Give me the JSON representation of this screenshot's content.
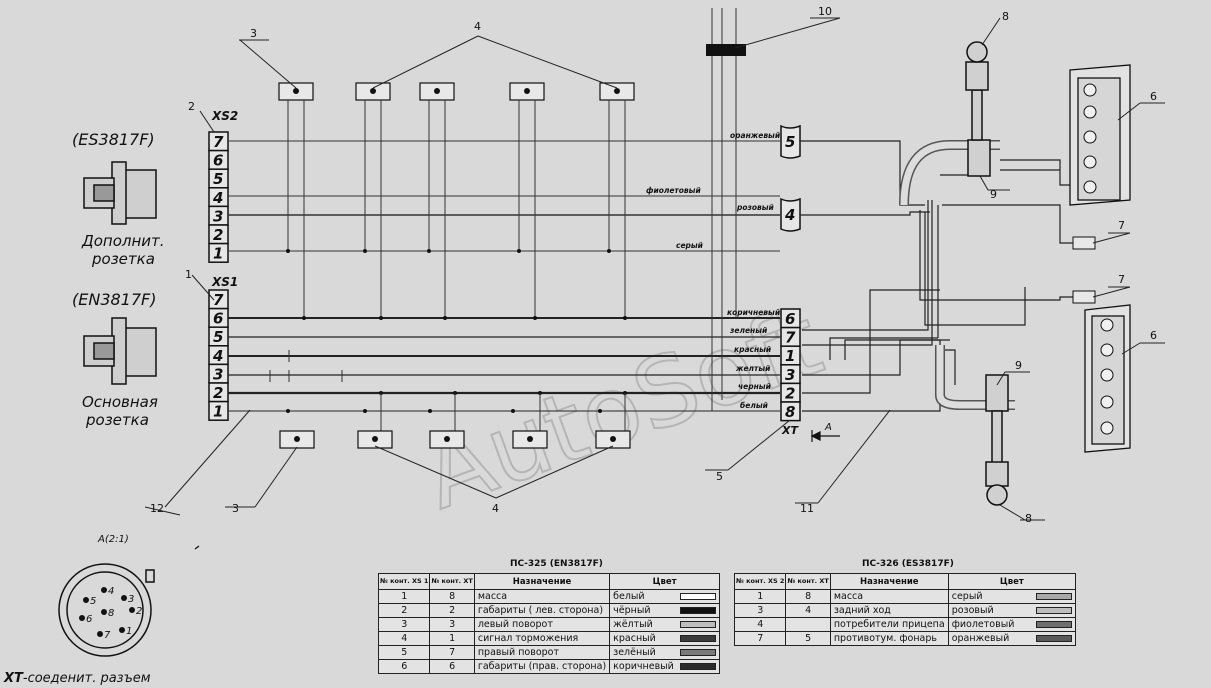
{
  "connectors": {
    "xs2_code": "(ES3817F)",
    "xs2_name_1": "Дополнит.",
    "xs2_name_2": "розетка",
    "xs1_code": "(EN3817F)",
    "xs1_name_1": "Основная",
    "xs1_name_2": "розетка",
    "xs2_label": "XS2",
    "xs1_label": "XS1",
    "xt_label": "XT",
    "xs2_pins": [
      "7",
      "6",
      "5",
      "4",
      "3",
      "2",
      "1"
    ],
    "xs1_pins": [
      "7",
      "6",
      "5",
      "4",
      "3",
      "2",
      "1"
    ],
    "xt_upper_pins": [
      "5",
      "4"
    ],
    "xt_pins": [
      "6",
      "7",
      "1",
      "3",
      "2",
      "8"
    ]
  },
  "wires": {
    "orange": "оранжевый",
    "violet": "фиолетовый",
    "pink": "розовый",
    "grey": "серый",
    "brown": "коричневый",
    "green": "зеленый",
    "red": "красный",
    "yellow": "желтый",
    "black": "черный",
    "white": "белый"
  },
  "callouts": {
    "c1": "1",
    "c2": "2",
    "c3_top": "3",
    "c3_bottom": "3",
    "c4_top": "4",
    "c4_bottom": "4",
    "c5": "5",
    "c6_top": "6",
    "c6_bottom": "6",
    "c7_top": "7",
    "c7_bottom": "7",
    "c8_top": "8",
    "c8_bottom": "8",
    "c9_top": "9",
    "c9_bottom": "9",
    "c10": "10",
    "c11": "11",
    "c12": "12"
  },
  "view": {
    "arrow_label": "A",
    "detail_label": "A(2:1)",
    "xt_caption_bold": "XT",
    "xt_caption_rest": "-соеденит. разъем",
    "detail_pins": [
      "4",
      "3",
      "2",
      "1",
      "7",
      "6",
      "5",
      "8"
    ]
  },
  "watermark": "AutoSoft",
  "table_ps325": {
    "title": "ПС-325 (EN3817F)",
    "h_xs": "№ конт. XS 1",
    "h_xt": "№ конт. XT",
    "h_purpose": "Назначение",
    "h_color": "Цвет",
    "rows": [
      {
        "xs": "1",
        "xt": "8",
        "purpose": "масса",
        "color": "белый",
        "swatch": "#ffffff"
      },
      {
        "xs": "2",
        "xt": "2",
        "purpose": "габариты ( лев. сторона)",
        "color": "чёрный",
        "swatch": "#111111"
      },
      {
        "xs": "3",
        "xt": "3",
        "purpose": "левый поворот",
        "color": "жёлтый",
        "swatch": "#bdbdbd"
      },
      {
        "xs": "4",
        "xt": "1",
        "purpose": "сигнал торможения",
        "color": "красный",
        "swatch": "#3a3a3a"
      },
      {
        "xs": "5",
        "xt": "7",
        "purpose": "правый поворот",
        "color": "зелёный",
        "swatch": "#7a7a7a"
      },
      {
        "xs": "6",
        "xt": "6",
        "purpose": "габариты (прав. сторона)",
        "color": "коричневый",
        "swatch": "#2a2a2a"
      }
    ]
  },
  "table_ps326": {
    "title": "ПС-326 (ES3817F)",
    "h_xs": "№ конт. XS 2",
    "h_xt": "№ конт. XT",
    "h_purpose": "Назначение",
    "h_color": "Цвет",
    "rows": [
      {
        "xs": "1",
        "xt": "8",
        "purpose": "масса",
        "color": "серый",
        "swatch": "#a8a8a8"
      },
      {
        "xs": "3",
        "xt": "4",
        "purpose": "задний ход",
        "color": "розовый",
        "swatch": "#bdbdbd"
      },
      {
        "xs": "4",
        "xt": "",
        "purpose": "потребители прицепа",
        "color": "фиолетовый",
        "swatch": "#6e6e6e"
      },
      {
        "xs": "7",
        "xt": "5",
        "purpose": "противотум. фонарь",
        "color": "оранжевый",
        "swatch": "#5a5a5a"
      }
    ]
  }
}
